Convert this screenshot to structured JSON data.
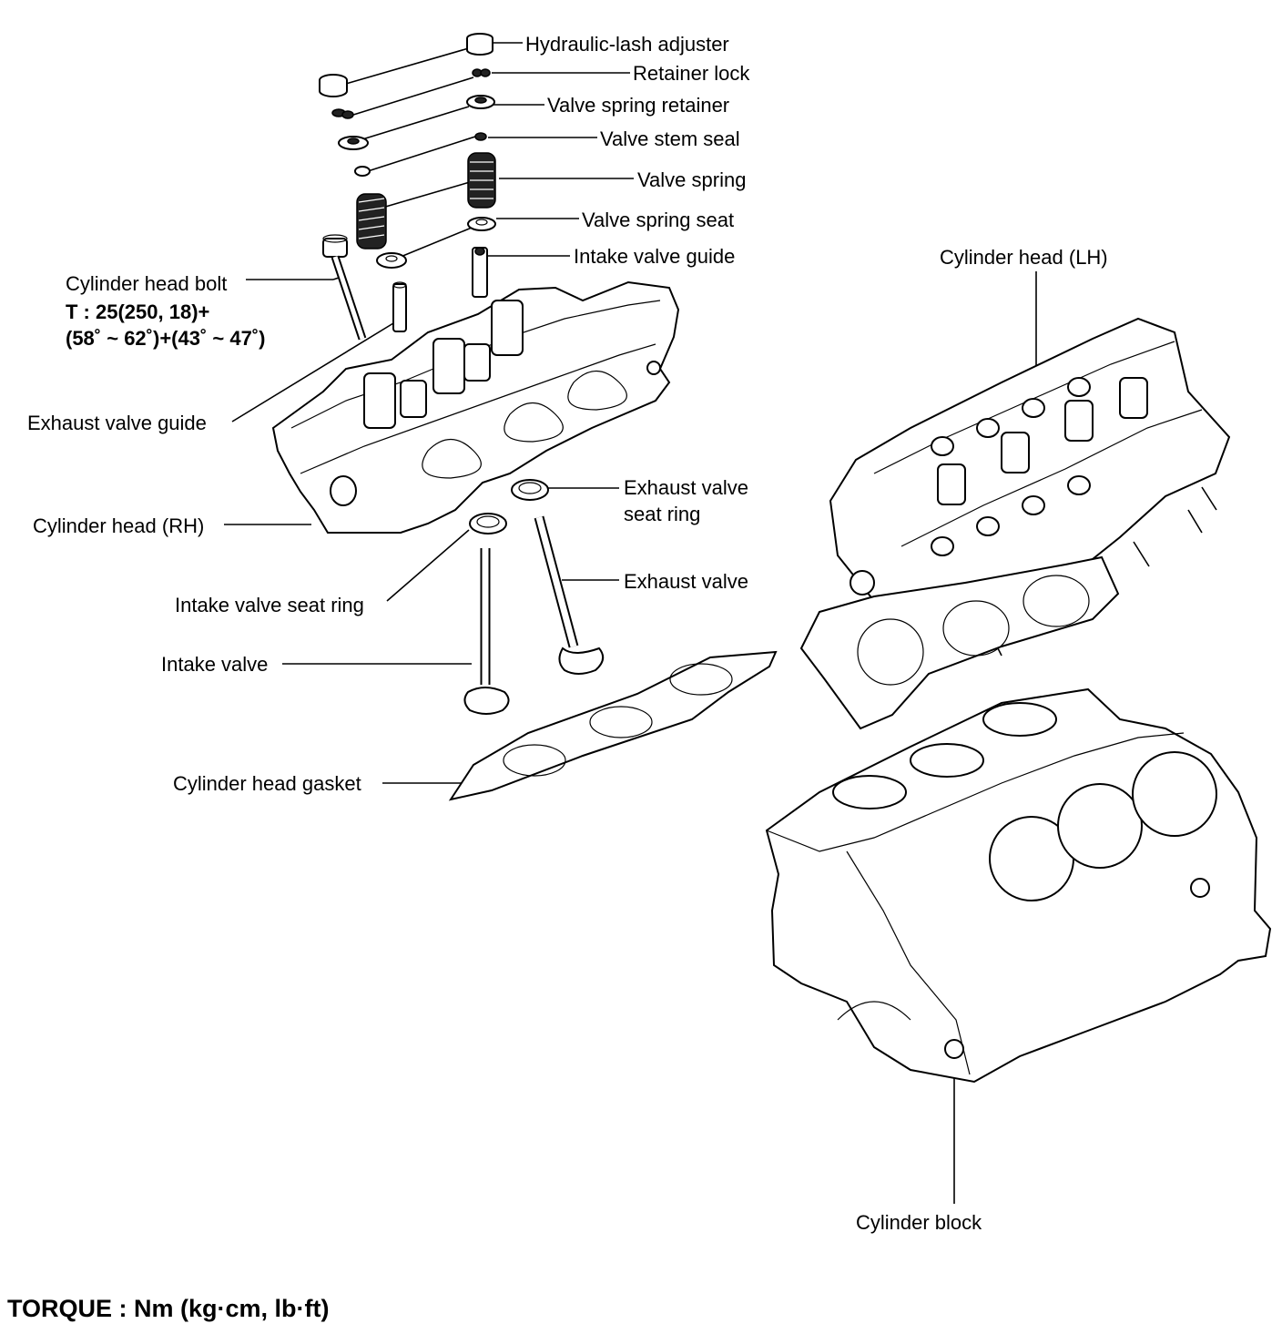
{
  "labels": {
    "hydraulic_lash_adjuster": "Hydraulic-lash adjuster",
    "retainer_lock": "Retainer lock",
    "valve_spring_retainer": "Valve spring retainer",
    "valve_stem_seal": "Valve stem seal",
    "valve_spring": "Valve spring",
    "valve_spring_seat": "Valve spring seat",
    "intake_valve_guide": "Intake valve guide",
    "cylinder_head_bolt": "Cylinder head bolt",
    "bolt_torque_line1": "T : 25(250, 18)+",
    "bolt_torque_line2": "(58˚ ~ 62˚)+(43˚ ~ 47˚)",
    "exhaust_valve_guide": "Exhaust valve guide",
    "cylinder_head_rh": "Cylinder head (RH)",
    "exhaust_valve_seat_ring_1": "Exhaust valve",
    "exhaust_valve_seat_ring_2": "seat ring",
    "exhaust_valve": "Exhaust valve",
    "intake_valve_seat_ring": "Intake valve seat ring",
    "intake_valve": "Intake valve",
    "cylinder_head_gasket": "Cylinder head gasket",
    "cylinder_head_lh": "Cylinder head (LH)",
    "cylinder_block": "Cylinder block"
  },
  "footer": {
    "torque_units": "TORQUE : Nm (kg·cm, lb·ft)"
  }
}
